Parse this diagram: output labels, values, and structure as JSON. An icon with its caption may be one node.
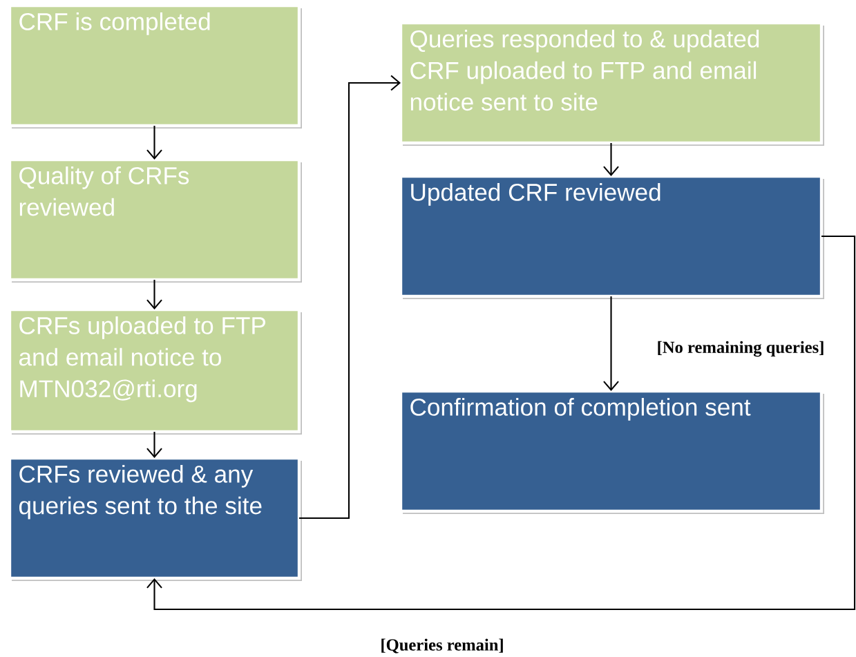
{
  "diagram": {
    "nodes": [
      {
        "text": [
          "CRF is completed"
        ]
      },
      {
        "text": [
          "Quality of CRFs reviewed"
        ]
      },
      {
        "text": [
          "CRFs uploaded to FTP and email notice to MTN032@rti.org"
        ]
      },
      {
        "text": [
          "CRFs reviewed & any queries sent to the site"
        ]
      },
      {
        "text": [
          "Queries responded to & updated CRF uploaded to FTP and email notice sent to site"
        ]
      },
      {
        "text": [
          "Updated CRF reviewed"
        ]
      },
      {
        "text": [
          "Confirmation of completion sent"
        ]
      }
    ],
    "edges": [
      {
        "from": 0,
        "to": 1,
        "arrow": "to"
      },
      {
        "from": 1,
        "to": 2,
        "arrow": "to"
      },
      {
        "from": 2,
        "to": 3,
        "arrow": "to"
      },
      {
        "from": 3,
        "to": 4,
        "arrow": "to"
      },
      {
        "from": 4,
        "to": 5,
        "arrow": "to"
      },
      {
        "from": 5,
        "to": 6,
        "arrow": "to",
        "label": "[No remaining queries]"
      },
      {
        "from": 5,
        "to": 3,
        "arrow": "to",
        "label": "[Queries remain]"
      }
    ]
  }
}
